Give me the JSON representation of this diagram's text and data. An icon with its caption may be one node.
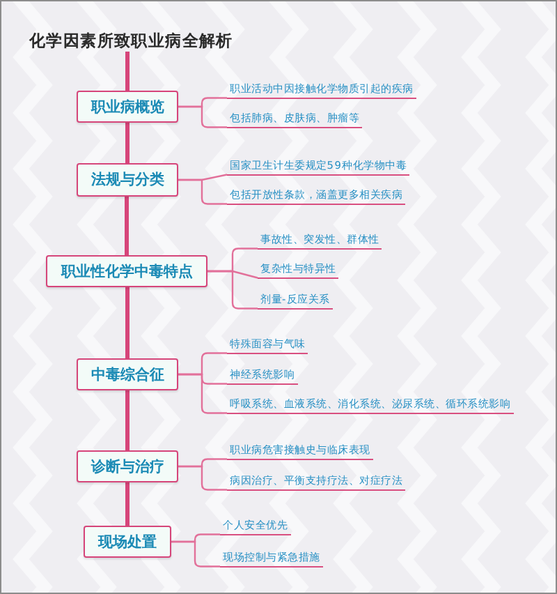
{
  "diagram": {
    "nodes": [
      {
        "text": [
          "化学因素所致职业病全解析"
        ]
      },
      {
        "text": [
          "职业病概览"
        ]
      },
      {
        "text": [
          "职业活动中因接触化学物质引起的疾病"
        ]
      },
      {
        "text": [
          "包括肺病、皮肤病、肿瘤等"
        ]
      },
      {
        "text": [
          "法规与分类"
        ]
      },
      {
        "text": [
          "国家卫生计生委规定59种化学物中毒"
        ]
      },
      {
        "text": [
          "包括开放性条款，涵盖更多相关疾病"
        ]
      },
      {
        "text": [
          "职业性化学中毒特点"
        ]
      },
      {
        "text": [
          "事故性、突发性、群体性"
        ]
      },
      {
        "text": [
          "复杂性与特异性"
        ]
      },
      {
        "text": [
          "剂量-反应关系"
        ]
      },
      {
        "text": [
          "中毒综合征"
        ]
      },
      {
        "text": [
          "特殊面容与气味"
        ]
      },
      {
        "text": [
          "神经系统影响"
        ]
      },
      {
        "text": [
          "呼吸系统、血液系统、消化系统、泌尿系统、循环系统影响"
        ]
      },
      {
        "text": [
          "诊断与治疗"
        ]
      },
      {
        "text": [
          "职业病危害接触史与临床表现"
        ]
      },
      {
        "text": [
          "病因治疗、平衡支持疗法、对症疗法"
        ]
      },
      {
        "text": [
          "现场处置"
        ]
      },
      {
        "text": [
          "个人安全优先"
        ]
      },
      {
        "text": [
          "现场控制与紧急措施"
        ]
      }
    ],
    "edges": [
      {
        "from": 0,
        "to": 1,
        "arrow": "none",
        "style": "thick",
        "color": "#d6457a"
      },
      {
        "from": 1,
        "to": 2,
        "arrow": "none"
      },
      {
        "from": 1,
        "to": 3,
        "arrow": "none"
      },
      {
        "from": 1,
        "to": 4,
        "arrow": "none",
        "style": "thick",
        "color": "#d6457a"
      },
      {
        "from": 4,
        "to": 5,
        "arrow": "none"
      },
      {
        "from": 4,
        "to": 6,
        "arrow": "none"
      },
      {
        "from": 4,
        "to": 7,
        "arrow": "none",
        "style": "thick",
        "color": "#d6457a"
      },
      {
        "from": 7,
        "to": 8,
        "arrow": "none"
      },
      {
        "from": 7,
        "to": 9,
        "arrow": "none"
      },
      {
        "from": 7,
        "to": 10,
        "arrow": "none"
      },
      {
        "from": 7,
        "to": 11,
        "arrow": "none",
        "style": "thick",
        "color": "#d6457a"
      },
      {
        "from": 11,
        "to": 12,
        "arrow": "none"
      },
      {
        "from": 11,
        "to": 13,
        "arrow": "none"
      },
      {
        "from": 11,
        "to": 14,
        "arrow": "none"
      },
      {
        "from": 11,
        "to": 15,
        "arrow": "none",
        "style": "thick",
        "color": "#d6457a"
      },
      {
        "from": 15,
        "to": 16,
        "arrow": "none"
      },
      {
        "from": 15,
        "to": 17,
        "arrow": "none"
      },
      {
        "from": 15,
        "to": 18,
        "arrow": "none",
        "style": "thick",
        "color": "#d6457a"
      },
      {
        "from": 18,
        "to": 19,
        "arrow": "none"
      },
      {
        "from": 18,
        "to": 20,
        "arrow": "none"
      }
    ]
  }
}
